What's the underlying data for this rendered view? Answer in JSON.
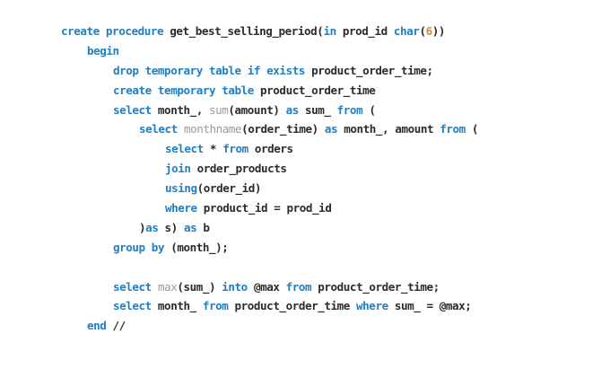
{
  "code": {
    "language": "sql",
    "colors": {
      "keyword": "#1f7fc4",
      "function": "#9a9a9a",
      "number": "#d08a3a",
      "text": "#2b2b2b"
    },
    "lines": [
      {
        "indent": 0,
        "tokens": [
          [
            "kw",
            "create procedure"
          ],
          [
            "plain",
            " get_best_selling_period("
          ],
          [
            "kw",
            "in"
          ],
          [
            "plain",
            " prod_id "
          ],
          [
            "kw",
            "char"
          ],
          [
            "plain",
            "("
          ],
          [
            "num",
            "6"
          ],
          [
            "plain",
            "))"
          ]
        ]
      },
      {
        "indent": 1,
        "tokens": [
          [
            "kw",
            "begin"
          ]
        ]
      },
      {
        "indent": 2,
        "tokens": [
          [
            "kw",
            "drop temporary table if exists"
          ],
          [
            "plain",
            " product_order_time;"
          ]
        ]
      },
      {
        "indent": 2,
        "tokens": [
          [
            "kw",
            "create temporary table"
          ],
          [
            "plain",
            " product_order_time"
          ]
        ]
      },
      {
        "indent": 2,
        "tokens": [
          [
            "kw",
            "select"
          ],
          [
            "plain",
            " month_, "
          ],
          [
            "fn",
            "sum"
          ],
          [
            "plain",
            "(amount) "
          ],
          [
            "kw",
            "as"
          ],
          [
            "plain",
            " sum_ "
          ],
          [
            "kw",
            "from"
          ],
          [
            "plain",
            " ("
          ]
        ]
      },
      {
        "indent": 3,
        "tokens": [
          [
            "kw",
            "select"
          ],
          [
            "plain",
            " "
          ],
          [
            "fn",
            "monthname"
          ],
          [
            "plain",
            "(order_time) "
          ],
          [
            "kw",
            "as"
          ],
          [
            "plain",
            " month_, amount "
          ],
          [
            "kw",
            "from"
          ],
          [
            "plain",
            " ("
          ]
        ]
      },
      {
        "indent": 4,
        "tokens": [
          [
            "kw",
            "select"
          ],
          [
            "plain",
            " * "
          ],
          [
            "kw",
            "from"
          ],
          [
            "plain",
            " orders"
          ]
        ]
      },
      {
        "indent": 4,
        "tokens": [
          [
            "kw",
            "join"
          ],
          [
            "plain",
            " order_products"
          ]
        ]
      },
      {
        "indent": 4,
        "tokens": [
          [
            "kw",
            "using"
          ],
          [
            "plain",
            "(order_id)"
          ]
        ]
      },
      {
        "indent": 4,
        "tokens": [
          [
            "kw",
            "where"
          ],
          [
            "plain",
            " product_id = prod_id"
          ]
        ]
      },
      {
        "indent": 3,
        "tokens": [
          [
            "plain",
            ")"
          ],
          [
            "kw",
            "as"
          ],
          [
            "plain",
            " s) "
          ],
          [
            "kw",
            "as"
          ],
          [
            "plain",
            " b"
          ]
        ]
      },
      {
        "indent": 2,
        "tokens": [
          [
            "kw",
            "group by"
          ],
          [
            "plain",
            " (month_);"
          ]
        ]
      },
      {
        "indent": 0,
        "tokens": []
      },
      {
        "indent": 2,
        "tokens": [
          [
            "kw",
            "select"
          ],
          [
            "plain",
            " "
          ],
          [
            "fn",
            "max"
          ],
          [
            "plain",
            "(sum_) "
          ],
          [
            "kw",
            "into"
          ],
          [
            "plain",
            " @max "
          ],
          [
            "kw",
            "from"
          ],
          [
            "plain",
            " product_order_time;"
          ]
        ]
      },
      {
        "indent": 2,
        "tokens": [
          [
            "kw",
            "select"
          ],
          [
            "plain",
            " month_ "
          ],
          [
            "kw",
            "from"
          ],
          [
            "plain",
            " product_order_time "
          ],
          [
            "kw",
            "where"
          ],
          [
            "plain",
            " sum_ = @max;"
          ]
        ]
      },
      {
        "indent": 1,
        "tokens": [
          [
            "kw",
            "end"
          ],
          [
            "plain",
            " //"
          ]
        ]
      }
    ]
  }
}
